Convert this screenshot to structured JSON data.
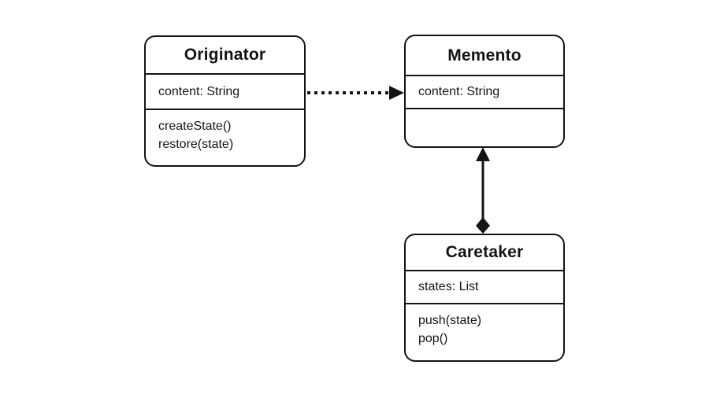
{
  "diagram": {
    "kind": "uml-class-diagram",
    "pattern": "Memento",
    "colors": {
      "background": "#ffffff",
      "stroke": "#141414",
      "text": "#141414"
    },
    "classes": [
      {
        "id": "originator",
        "name": "Originator",
        "attributes": {
          "0": "content: String"
        },
        "methods": {
          "0": "createState()",
          "1": "restore(state)"
        }
      },
      {
        "id": "memento",
        "name": "Memento",
        "attributes": {
          "0": "content: String"
        },
        "methods": {}
      },
      {
        "id": "caretaker",
        "name": "Caretaker",
        "attributes": {
          "0": "states: List"
        },
        "methods": {
          "0": "push(state)",
          "1": "pop()"
        }
      }
    ],
    "relations": [
      {
        "from": "Originator",
        "to": "Memento",
        "line": "dotted",
        "head": "filled-arrow",
        "tail": "none"
      },
      {
        "from": "Caretaker",
        "to": "Memento",
        "line": "solid",
        "head": "filled-arrow",
        "tail": "filled-diamond"
      }
    ]
  }
}
